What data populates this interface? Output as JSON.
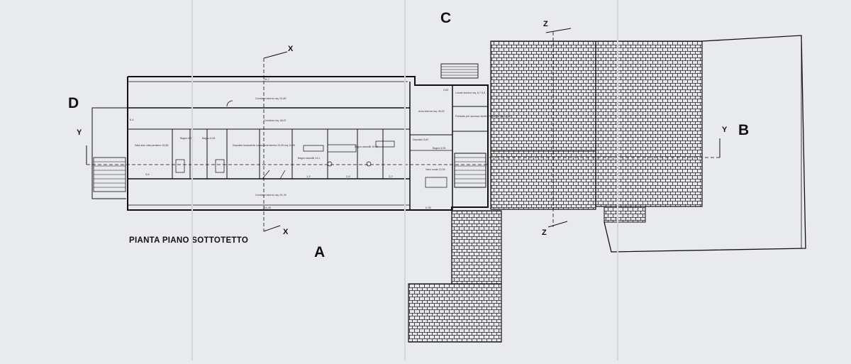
{
  "sheet": {
    "title": "PIANTA PIANO SOTTOTETTO",
    "facades": {
      "a": "A",
      "b": "B",
      "c": "C",
      "d": "D"
    },
    "sections": {
      "x": "X",
      "y": "Y",
      "z": "Z"
    }
  },
  "dimensions": {
    "top_length": "24,7",
    "bottom_length": "24,45",
    "right_offset": "0,35",
    "gap_1": "3,6",
    "gap_2": "1,2",
    "gap_3": "2,8",
    "gap_4": "2,2",
    "left_width": "6,4"
  },
  "rooms": {
    "corridoio_top": "Corridoio interno mq. 51,89",
    "corridoio_mid": "Corridoio mq. 48,07",
    "corridoio_bottom": "Corridoio interno mq. 51,78",
    "sala_comune": "Sala aule citta pensiero 15,56",
    "bagno_1": "Bagno 6,26",
    "bagno_2": "Bagno 6,26",
    "lavanderia": "Deposito lavanderia Lavanderia stireria 22,90 mq 11,30",
    "bagno_3": "Bagno assistiti 14,1",
    "bagno_4": "Bagno assistiti 15,09",
    "area_interna": "Area interna mq. 28,25",
    "locale_tecnico": "Locale tecnico mq. 6,7 5,5",
    "porticato": "Porticato per accesso diretto Portineria mq 14,55",
    "deposito": "Deposito 5,62",
    "bagno_piccolo": "Bagno 5,35",
    "vano_scala": "Vano scala 13,26",
    "terrazzo_label": "0,65"
  }
}
